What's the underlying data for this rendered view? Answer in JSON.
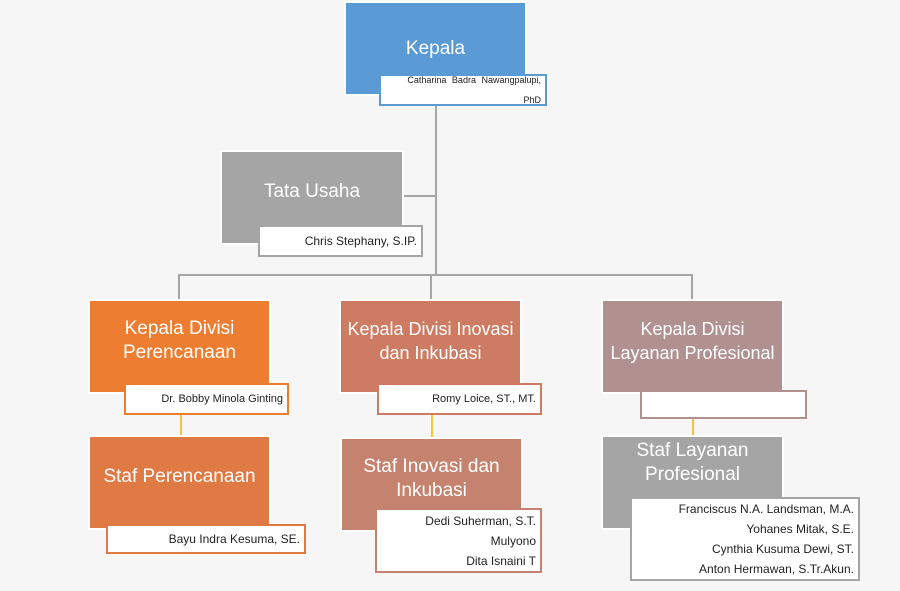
{
  "kepala": {
    "title": "Kepala",
    "name": "Catharina  Badra  Nawangpalupi,  PhD",
    "color": "#5b9bd5"
  },
  "tata_usaha": {
    "title": "Tata Usaha",
    "name": "Chris Stephany, S.IP.",
    "color": "#a5a5a5"
  },
  "divisions": [
    {
      "title": "Kepala Divisi Perencanaan",
      "name": "Dr. Bobby Minola Ginting",
      "color": "#ed7d31",
      "staff_title": "Staf Perencanaan",
      "staff_color": "#e07a45",
      "staff": [
        "Bayu Indra Kesuma, SE."
      ]
    },
    {
      "title": "Kepala Divisi Inovasi dan Inkubasi",
      "name": "Romy Loice, ST., MT.",
      "color": "#cd7b62",
      "staff_title": "Staf Inovasi dan Inkubasi",
      "staff_color": "#c5826e",
      "staff": [
        "Dedi Suherman, S.T.",
        "Mulyono",
        "Dita Isnaini T"
      ]
    },
    {
      "title": "Kepala Divisi Layanan Profesional",
      "name": "",
      "color": "#b09190",
      "staff_title": "Staf Layanan Profesional",
      "staff_color": "#a5a5a5",
      "staff": [
        "Franciscus N.A.  Landsman, M.A.",
        "Yohanes Mitak, S.E.",
        "Cynthia Kusuma Dewi, ST.",
        "Anton Hermawan, S.Tr.Akun."
      ]
    }
  ]
}
